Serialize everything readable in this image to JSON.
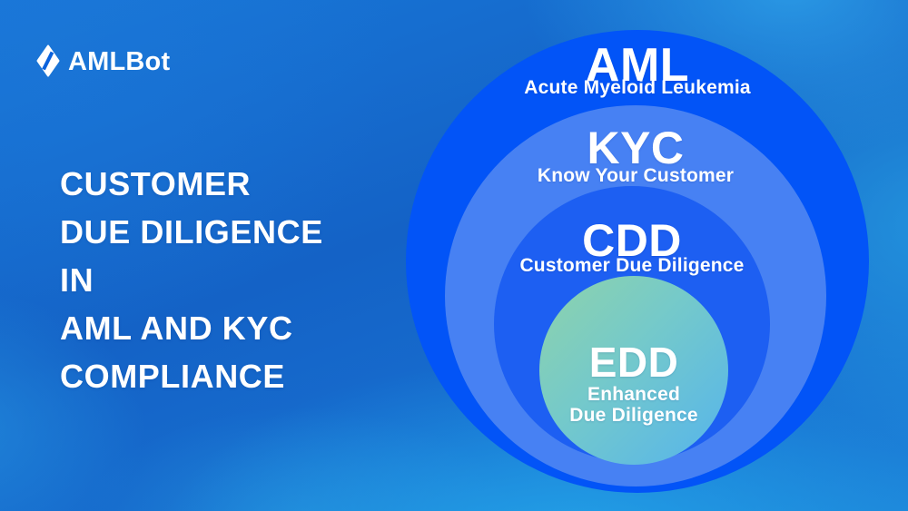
{
  "brand": {
    "logo_text": "AMLBot",
    "logo_icon": "diamond-icon"
  },
  "headline": {
    "lines": [
      "CUSTOMER",
      "DUE DILIGENCE",
      "IN",
      "AML AND KYC",
      "COMPLIANCE"
    ]
  },
  "diagram": {
    "type": "nested-circles",
    "rings": [
      {
        "acronym": "AML",
        "label": "Acute Myeloid Leukemia",
        "fill": "#0254f7"
      },
      {
        "acronym": "KYC",
        "label": "Know Your Customer",
        "fill": "#4781f3"
      },
      {
        "acronym": "CDD",
        "label": "Customer Due Diligence",
        "fill": "#1d5ff2"
      },
      {
        "acronym": "EDD",
        "label_lines": [
          "Enhanced",
          "Due Diligence"
        ],
        "fill": "linear-gradient(135deg, #8ed3ab 0%, #74c9cb 45%, #55b4ec 100%)"
      }
    ]
  },
  "colors": {
    "background_base": "#1468cd",
    "background_glow": "#25a7e8",
    "text": "#ffffff",
    "logo_slash": "#0a62dd"
  }
}
